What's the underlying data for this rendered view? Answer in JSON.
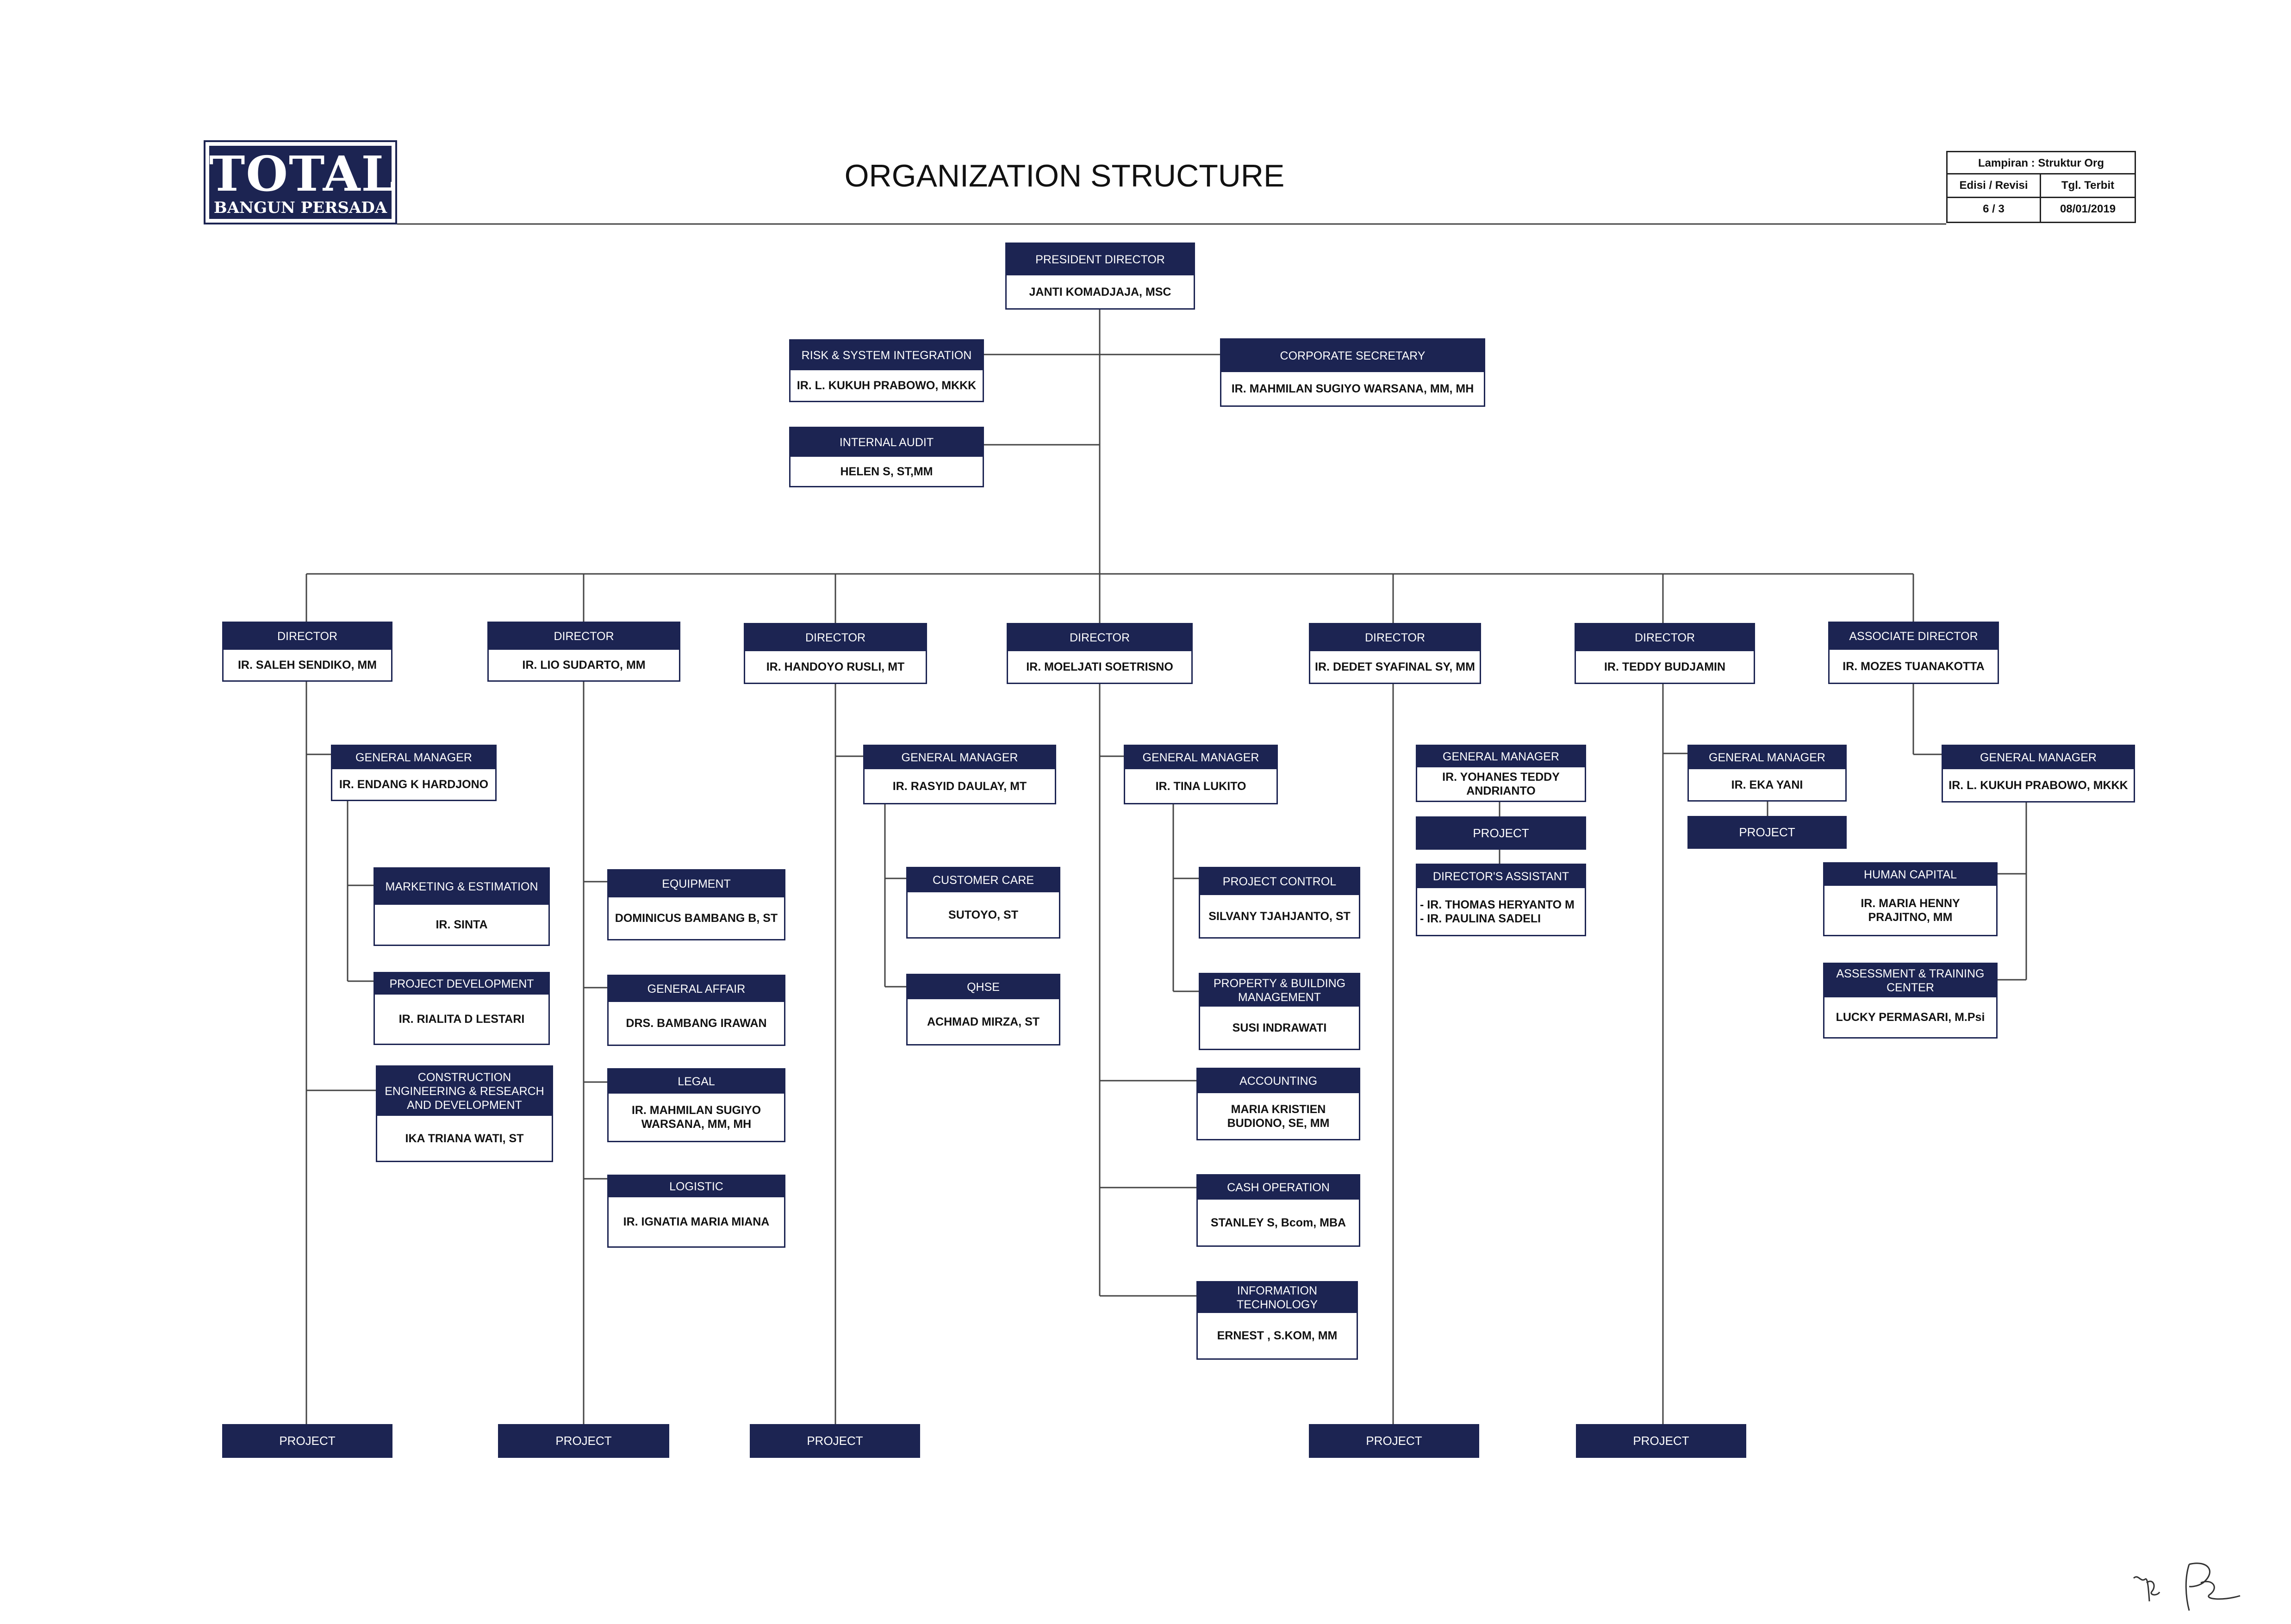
{
  "header": {
    "logo_main": "TOTAL",
    "logo_sub": "BANGUN PERSADA",
    "title": "ORGANIZATION STRUCTURE",
    "doc_info": {
      "lampiran": "Lampiran : Struktur Org",
      "edisi_label": "Edisi / Revisi",
      "tgl_label": "Tgl. Terbit",
      "edisi_value": "6 / 3",
      "tgl_value": "08/01/2019"
    }
  },
  "colors": {
    "navy": "#1c2452",
    "line": "#444444"
  },
  "boxes": {
    "president": {
      "title": "PRESIDENT DIRECTOR",
      "name": "JANTI KOMADJAJA, MSC"
    },
    "risk": {
      "title": "RISK & SYSTEM INTEGRATION",
      "name": "IR. L. KUKUH PRABOWO, MKKK"
    },
    "corpsec": {
      "title": "CORPORATE SECRETARY",
      "name": "IR. MAHMILAN SUGIYO WARSANA, MM, MH"
    },
    "audit": {
      "title": "INTERNAL AUDIT",
      "name": "HELEN S, ST,MM"
    },
    "d1": {
      "title": "DIRECTOR",
      "name": "IR. SALEH SENDIKO, MM"
    },
    "d2": {
      "title": "DIRECTOR",
      "name": "IR. LIO SUDARTO, MM"
    },
    "d3": {
      "title": "DIRECTOR",
      "name": "IR. HANDOYO RUSLI, MT"
    },
    "d4": {
      "title": "DIRECTOR",
      "name": "IR. MOELJATI SOETRISNO"
    },
    "d5": {
      "title": "DIRECTOR",
      "name": "IR. DEDET SYAFINAL SY, MM"
    },
    "d6": {
      "title": "DIRECTOR",
      "name": "IR. TEDDY BUDJAMIN"
    },
    "d7": {
      "title": "ASSOCIATE DIRECTOR",
      "name": "IR. MOZES TUANAKOTTA"
    },
    "gm1": {
      "title": "GENERAL MANAGER",
      "name": "IR. ENDANG K HARDJONO"
    },
    "mkt": {
      "title": "MARKETING & ESTIMATION",
      "name": "IR. SINTA"
    },
    "pdev": {
      "title": "PROJECT DEVELOPMENT",
      "name": "IR. RIALITA D LESTARI"
    },
    "cerd": {
      "title": "CONSTRUCTION ENGINEERING & RESEARCH AND DEVELOPMENT",
      "name": "IKA TRIANA WATI, ST"
    },
    "equip": {
      "title": "EQUIPMENT",
      "name": "DOMINICUS BAMBANG B, ST"
    },
    "ga": {
      "title": "GENERAL AFFAIR",
      "name": "DRS. BAMBANG IRAWAN"
    },
    "legal": {
      "title": "LEGAL",
      "name": "IR. MAHMILAN SUGIYO\nWARSANA, MM, MH"
    },
    "logistic": {
      "title": "LOGISTIC",
      "name": "IR. IGNATIA MARIA MIANA"
    },
    "gm3": {
      "title": "GENERAL MANAGER",
      "name": "IR. RASYID DAULAY, MT"
    },
    "cc": {
      "title": "CUSTOMER CARE",
      "name": "SUTOYO, ST"
    },
    "qhse": {
      "title": "QHSE",
      "name": "ACHMAD MIRZA, ST"
    },
    "gm4": {
      "title": "GENERAL MANAGER",
      "name": "IR. TINA LUKITO"
    },
    "pc": {
      "title": "PROJECT CONTROL",
      "name": "SILVANY TJAHJANTO, ST"
    },
    "pbm": {
      "title": "PROPERTY & BUILDING MANAGEMENT",
      "name": "SUSI INDRAWATI"
    },
    "acct": {
      "title": "ACCOUNTING",
      "name": "MARIA KRISTIEN\nBUDIONO, SE, MM"
    },
    "cash": {
      "title": "CASH OPERATION",
      "name": "STANLEY S, Bcom, MBA"
    },
    "it": {
      "title": "INFORMATION TECHNOLOGY",
      "name": "ERNEST , S.KOM, MM"
    },
    "gm5": {
      "title": "GENERAL MANAGER",
      "name": "IR. YOHANES TEDDY\nANDRIANTO"
    },
    "da": {
      "title": "DIRECTOR'S ASSISTANT",
      "name": "- IR. THOMAS HERYANTO M\n- IR. PAULINA SADELI"
    },
    "gm6": {
      "title": "GENERAL MANAGER",
      "name": "IR. EKA YANI"
    },
    "gm7": {
      "title": "GENERAL MANAGER",
      "name": "IR. L. KUKUH PRABOWO, MKKK"
    },
    "hc": {
      "title": "HUMAN CAPITAL",
      "name": "IR. MARIA HENNY\nPRAJITNO, MM"
    },
    "atc": {
      "title": "ASSESSMENT & TRAINING CENTER",
      "name": "LUCKY PERMASARI, M.Psi"
    }
  },
  "project_label": "PROJECT"
}
